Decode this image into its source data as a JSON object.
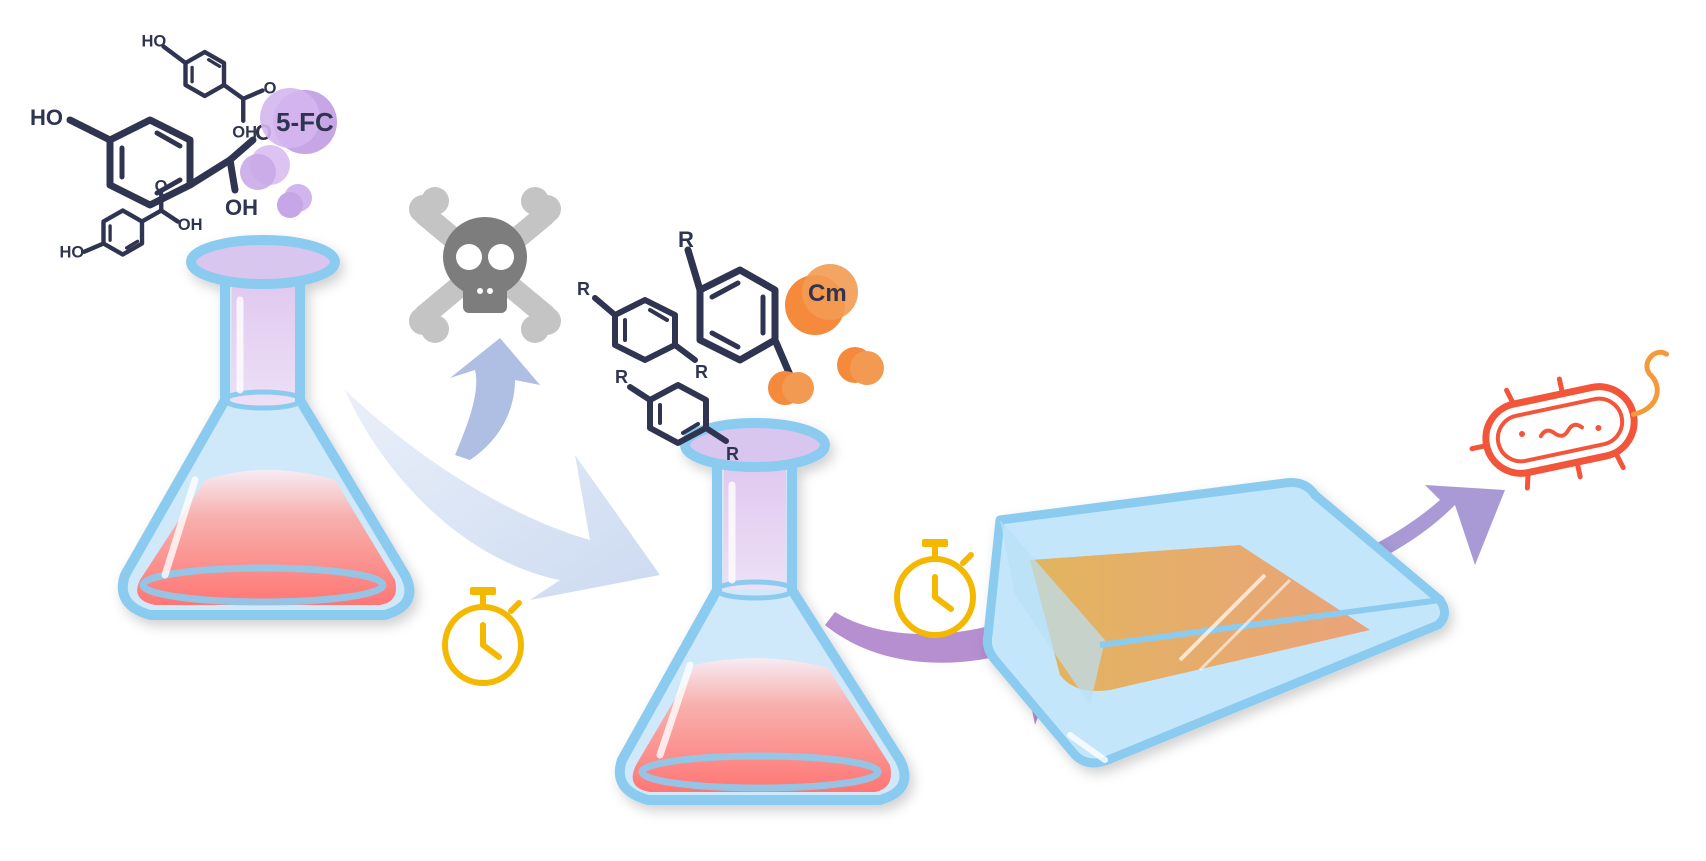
{
  "labels": {
    "fc_reagent": "5-FC",
    "cm_reagent": "Cm",
    "hydroxyl": "HO",
    "hydroxyl_acid": "OH",
    "carbonyl_o": "O",
    "substituent": "R"
  },
  "colors": {
    "flask_glass": "#a9d8f5",
    "flask_rim": "#8ccbf0",
    "flask_neck": "#d9c5ee",
    "medium_top": "#f4b8b8",
    "medium_bottom": "#ff7a78",
    "molecule": "#2f3550",
    "fc_bubble": "#c7a6e6",
    "cm_bubble": "#f58a3c",
    "skull": "#7d7d7d",
    "arrow_blue": "#c7d6f0",
    "arrow_purple": "#b68fd0",
    "arrow_violet": "#a99ad6",
    "timer": "#f5b800",
    "plate": "#a7dcf7",
    "agar": "#e9a57a",
    "bacterium": "#f2553a"
  },
  "icons": {
    "toxicity": "skull-crossbones-icon",
    "timer": "stopwatch-icon",
    "organism": "bacterium-icon"
  }
}
